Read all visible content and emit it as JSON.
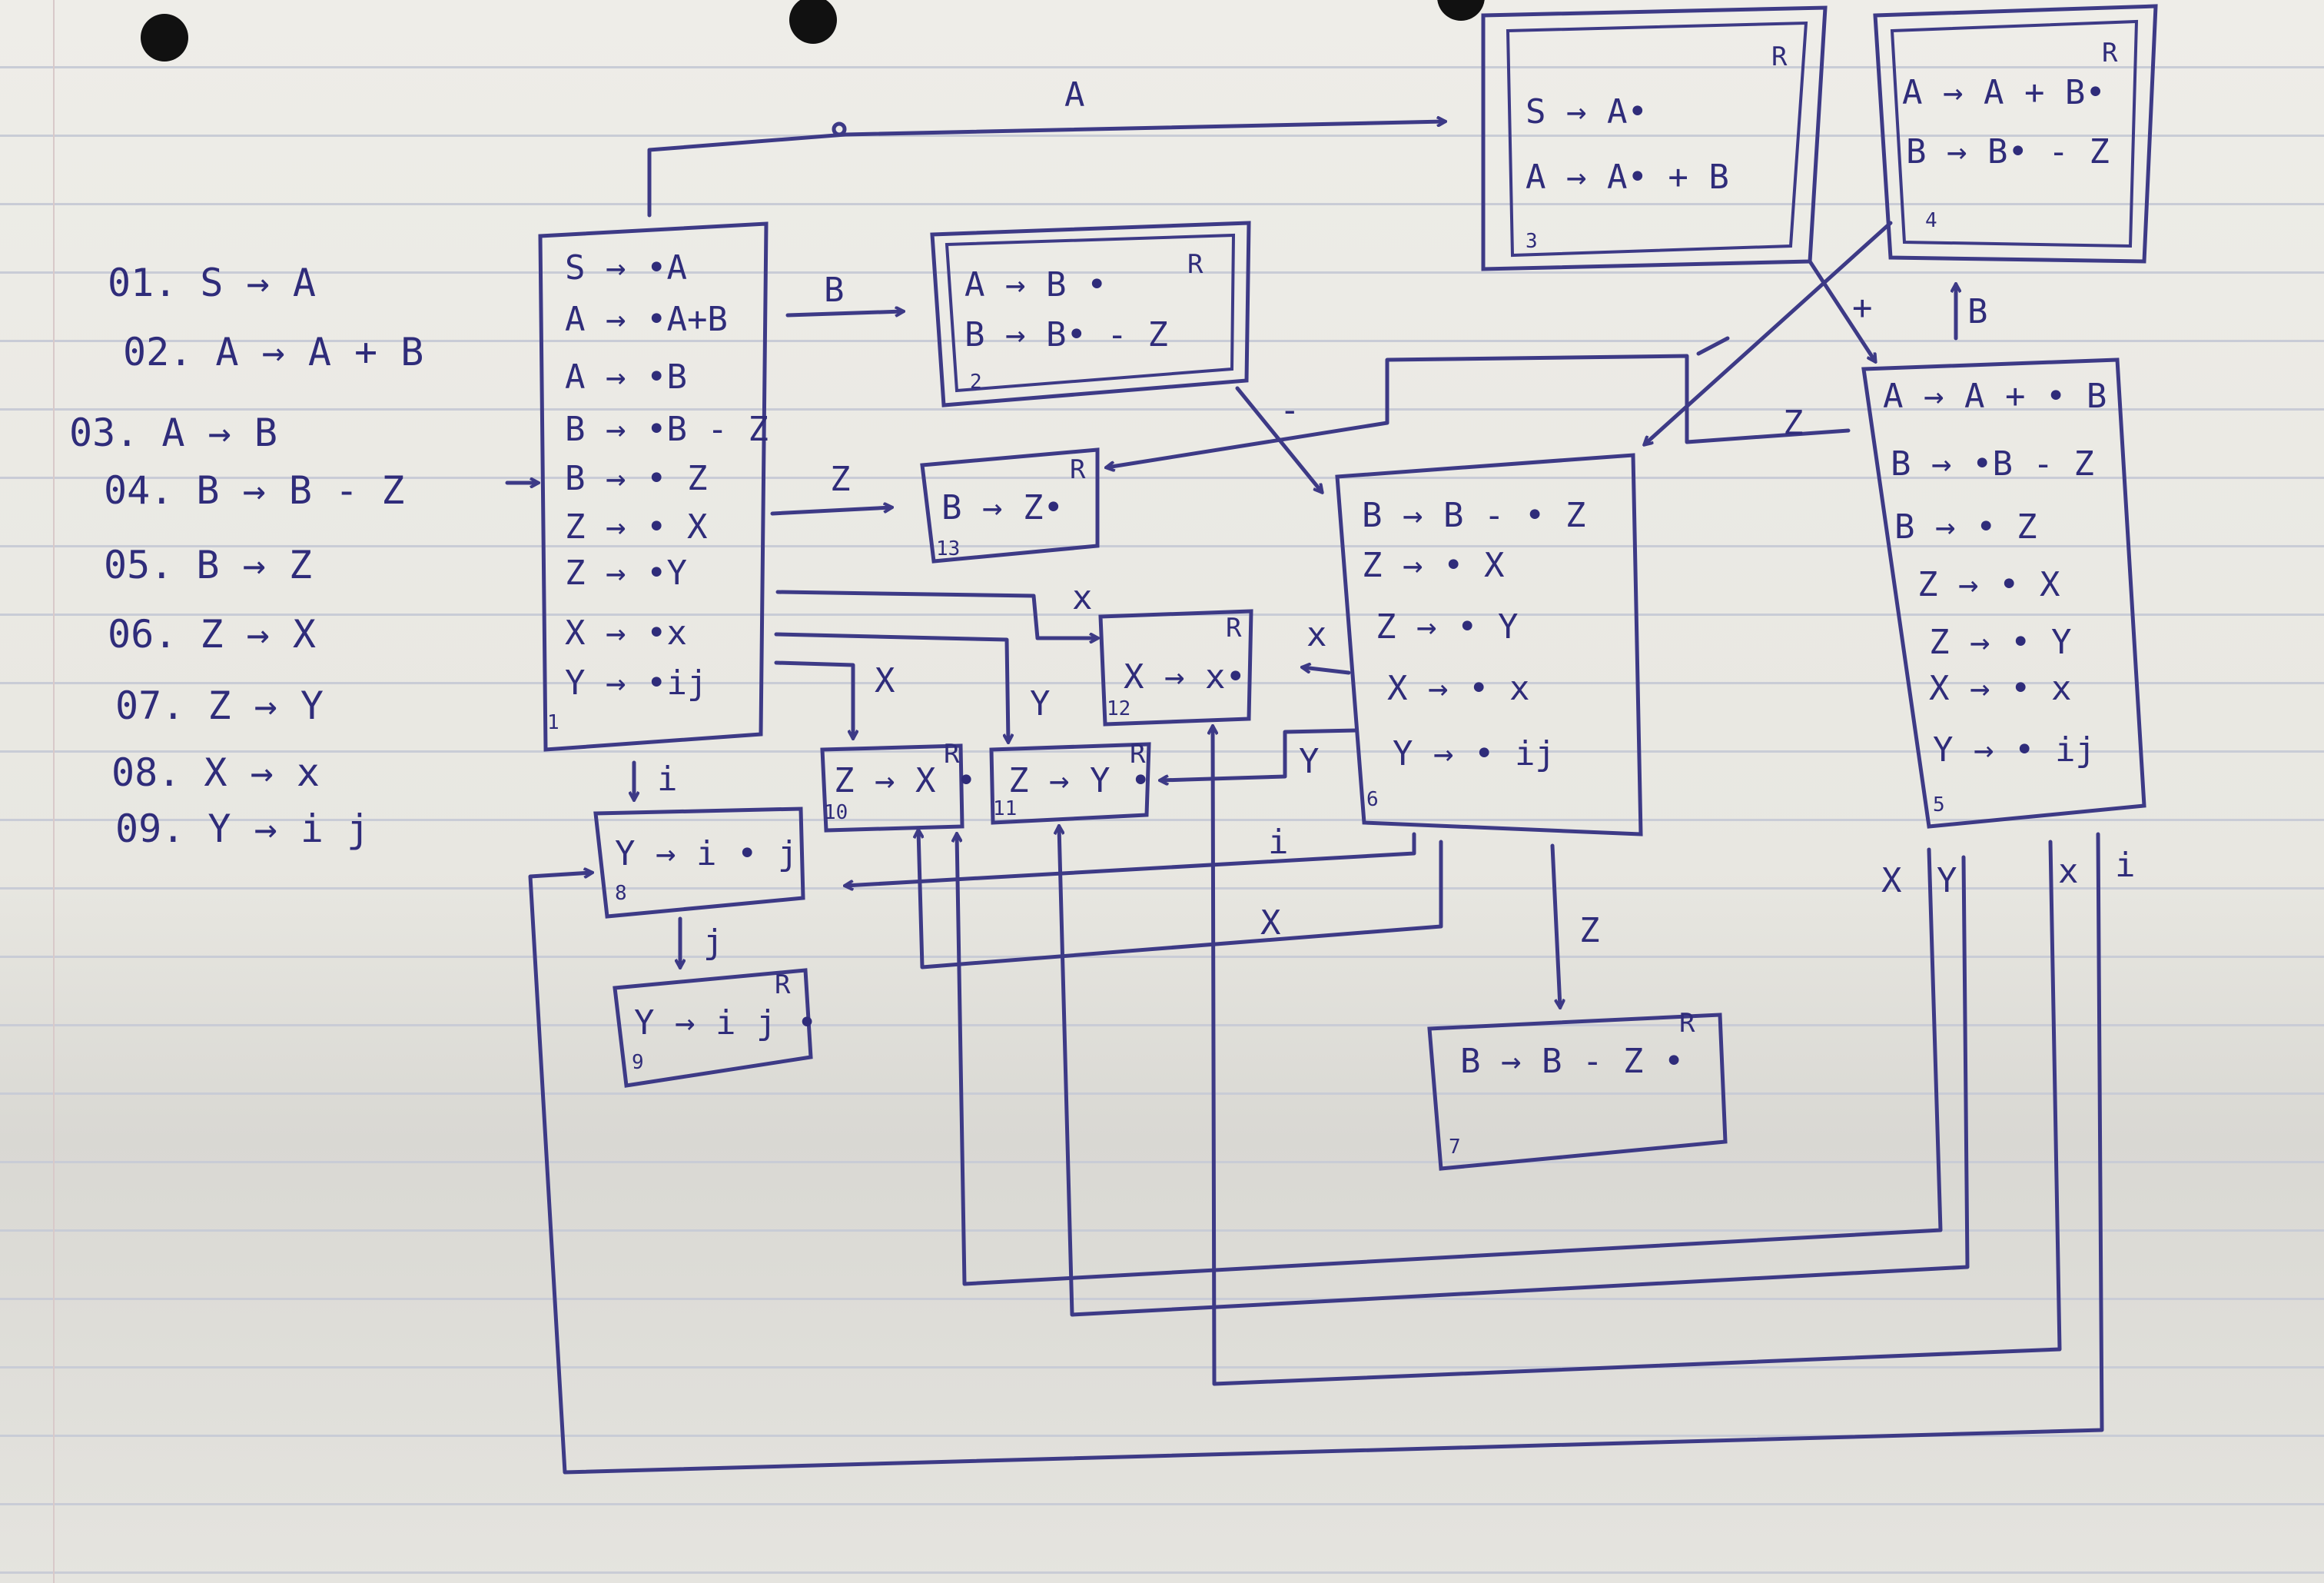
{
  "grammar": [
    "01. S → A",
    "02. A → A + B",
    "03. A → B",
    "04. B → B - Z",
    "05. B → Z",
    "06. Z → X",
    "07. Z → Y",
    "08. X → x",
    "09. Y → i j"
  ],
  "states": [
    {
      "id": "1",
      "reduce": "",
      "items": [
        "S → •A",
        "A → •A+B",
        "A → •B",
        "B → •B - Z",
        "B → • Z",
        "Z → • X",
        "Z → •Y",
        "X → •x",
        "Y → •ij"
      ]
    },
    {
      "id": "2",
      "reduce": "R",
      "items": [
        "A → B •",
        "B → B• - Z"
      ]
    },
    {
      "id": "3",
      "reduce": "R",
      "items": [
        "S → A•",
        "A → A• + B"
      ]
    },
    {
      "id": "4",
      "reduce": "R",
      "items": [
        "A → A + B•",
        "B → B• - Z"
      ]
    },
    {
      "id": "5",
      "reduce": "",
      "items": [
        "A → A + • B",
        "B → •B - Z",
        "B → • Z",
        "Z → • X",
        "Z → • Y",
        "X → • x",
        "Y → • ij"
      ]
    },
    {
      "id": "6",
      "reduce": "",
      "items": [
        "B → B - • Z",
        "Z → • X",
        "Z → • Y",
        "X → • x",
        "Y → • ij"
      ]
    },
    {
      "id": "7",
      "reduce": "R",
      "items": [
        "B → B - Z •"
      ]
    },
    {
      "id": "8",
      "reduce": "",
      "items": [
        "Y → i • j"
      ]
    },
    {
      "id": "9",
      "reduce": "R",
      "items": [
        "Y → i j •"
      ]
    },
    {
      "id": "10",
      "reduce": "R",
      "items": [
        "Z → X •"
      ]
    },
    {
      "id": "11",
      "reduce": "R",
      "items": [
        "Z → Y •"
      ]
    },
    {
      "id": "12",
      "reduce": "R",
      "items": [
        "X → x•"
      ]
    },
    {
      "id": "13",
      "reduce": "R",
      "items": [
        "B → Z•"
      ]
    }
  ],
  "edges": [
    "A",
    "B",
    "Z",
    "x",
    "X",
    "Y",
    "i",
    "j",
    "-",
    "+",
    "Z",
    "B",
    "X",
    "Y",
    "x",
    "i",
    "Y",
    "i",
    "X",
    "x",
    "Z",
    "-"
  ]
}
